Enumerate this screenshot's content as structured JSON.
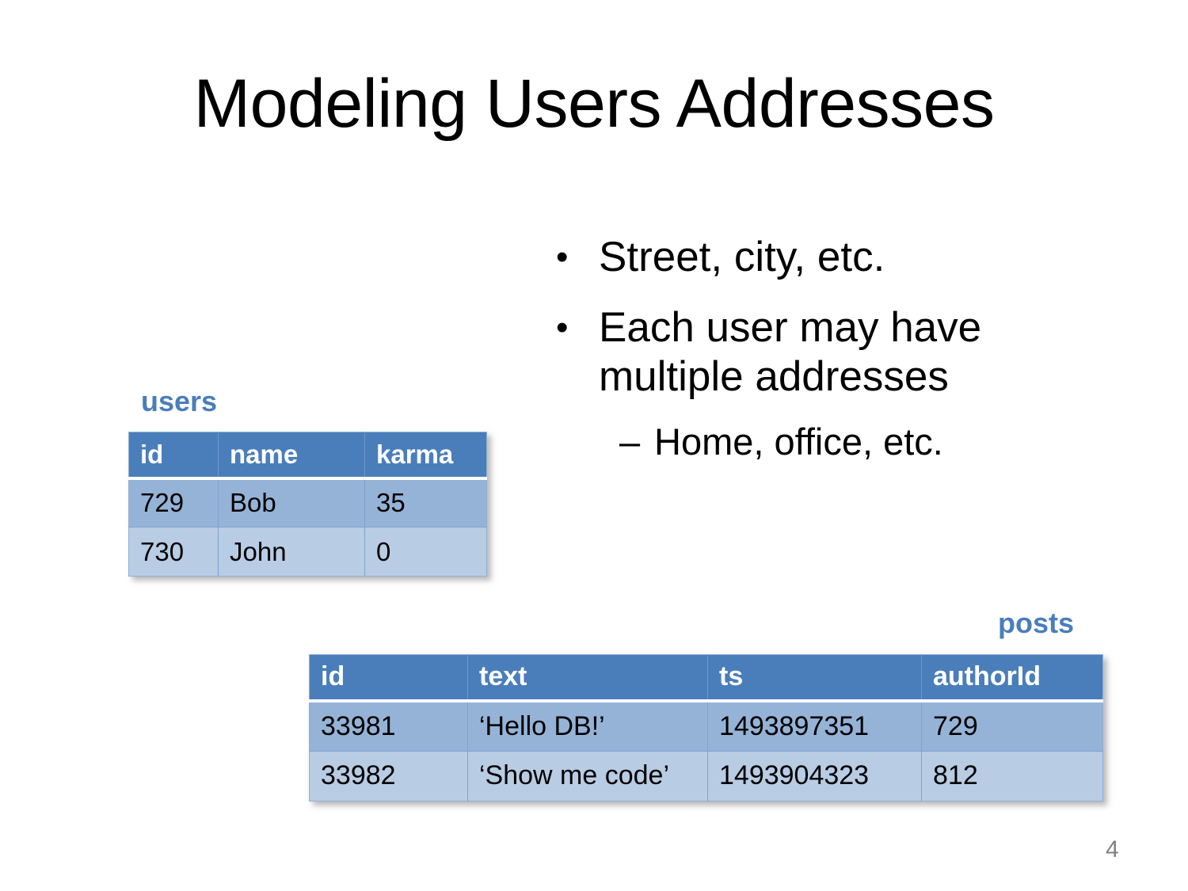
{
  "slide": {
    "title": "Modeling Users Addresses",
    "page_number": "4",
    "accent_color": "#4A7EBB",
    "header_fill": "#4A7EBB",
    "row_fill_a": "#95B3D7",
    "row_fill_b": "#B8CCE4"
  },
  "bullets": [
    {
      "marker": "•",
      "text": "Street, city, etc."
    },
    {
      "marker": "•",
      "text": "Each user may have multiple addresses"
    }
  ],
  "sub_bullets": [
    {
      "marker": "–",
      "text": "Home, office, etc."
    }
  ],
  "tables": {
    "users": {
      "label": "users",
      "columns": [
        "id",
        "name",
        "karma"
      ],
      "rows": [
        [
          "729",
          "Bob",
          "35"
        ],
        [
          "730",
          "John",
          "0"
        ]
      ]
    },
    "posts": {
      "label": "posts",
      "columns": [
        "id",
        "text",
        "ts",
        "authorId"
      ],
      "rows": [
        [
          "33981",
          "‘Hello DB!’",
          "1493897351",
          "729"
        ],
        [
          "33982",
          "‘Show me code’",
          "1493904323",
          "812"
        ]
      ]
    }
  }
}
